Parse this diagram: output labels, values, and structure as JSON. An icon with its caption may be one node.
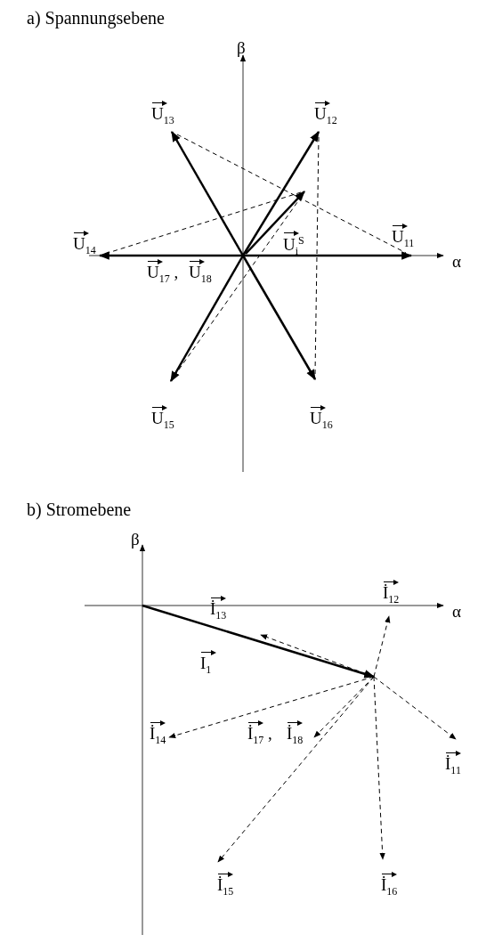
{
  "diagram": {
    "labels": [
      "a) Spannungsebene",
      "β",
      "U$_{13}$",
      "U$_{12}$",
      "U$_{14}$",
      "U$_{i}$$^{S}$",
      "U$_{11}$",
      "α",
      "U$_{17}$ ,",
      "U$_{18}$",
      "U$_{15}$",
      "U$_{16}$",
      "b) Stromebene",
      "β",
      "İ$_{13}$",
      "İ$_{12}$",
      "α",
      "I$_{1}$",
      "İ$_{14}$",
      "İ$_{17}$ ,",
      "İ$_{18}$",
      "İ$_{11}$",
      "İ$_{15}$",
      "İ$_{16}$"
    ]
  }
}
